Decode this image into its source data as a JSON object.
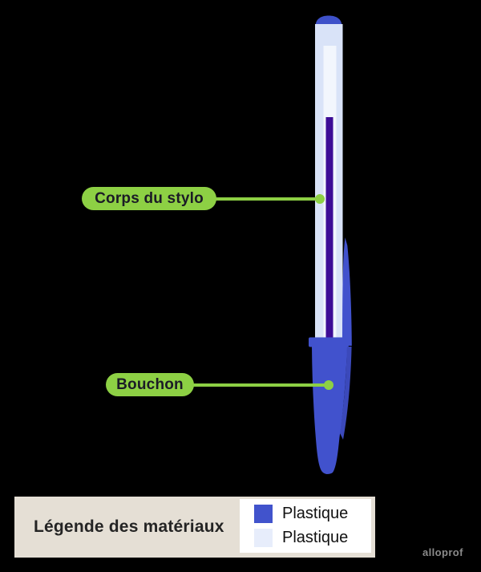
{
  "callouts": [
    {
      "label": "Corps du stylo",
      "target": "pen-body"
    },
    {
      "label": "Bouchon",
      "target": "pen-cap"
    }
  ],
  "legend": {
    "title": "Légende des matériaux",
    "items": [
      {
        "label": "Plastique",
        "swatch_color": "#4153CC"
      },
      {
        "label": "Plastique",
        "swatch_color": "#E7EDFB"
      }
    ]
  },
  "watermark": "alloprof",
  "colors": {
    "background": "#000000",
    "callout_green": "#8DD044",
    "callout_text": "#1B1B26",
    "pen_body_plastic": "#D9E3F8",
    "pen_inner_tube": "#F2F6FD",
    "ink_refill": "#3D0C96",
    "cap_plastic": "#4152CD",
    "cap_edge_dark": "#3B49BB",
    "top_plug": "#3E51C9",
    "legend_bar": "#E5DFD5",
    "legend_panel": "#FFFFFF"
  }
}
